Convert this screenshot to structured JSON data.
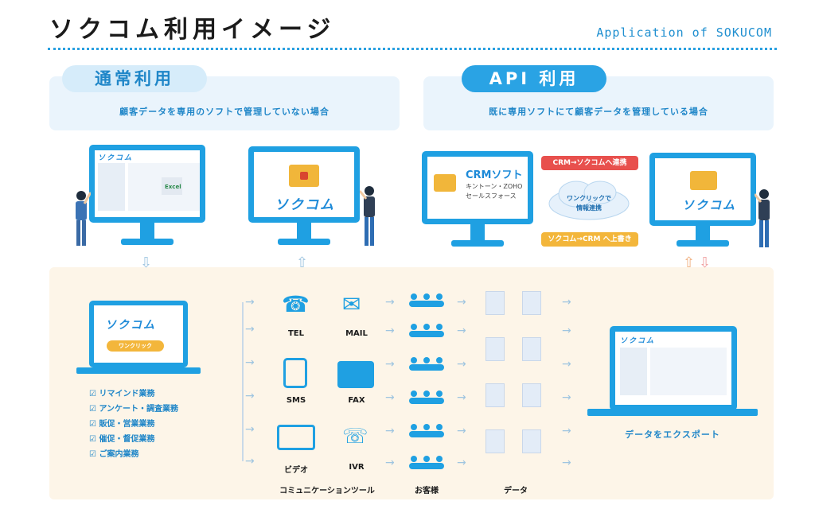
{
  "header": {
    "title": "ソクコム利用イメージ",
    "subtitle": "Application of SOKUCOM"
  },
  "left_section": {
    "pill": "通常利用",
    "description": "顧客データを専用のソフトで管理していない場合"
  },
  "right_section": {
    "pill": "API 利用",
    "description": "既に専用ソフトにて顧客データを管理している場合"
  },
  "screens": {
    "left_monitor_logo": "ソクコム",
    "excel_label": "Excel",
    "sokucom_logo": "ソクコム",
    "crm_title": "CRMソフト",
    "crm_line1": "キントーン・ZOHO",
    "crm_line2": "セールスフォース",
    "right_monitor_logo": "ソクコム",
    "laptop_logo": "ソクコム",
    "laptop_button": "ワンクリック",
    "export_laptop_logo": "ソクコム"
  },
  "api_flow": {
    "top_tag": "CRM→ソクコムへ連携",
    "cloud_line1": "ワンクリックで",
    "cloud_line2": "情報連携",
    "bottom_tag": "ソクコム→CRM へ上書き"
  },
  "tasks": [
    "リマインド業務",
    "アンケート・調査業務",
    "販促・営業業務",
    "催促・督促業務",
    "ご案内業務"
  ],
  "tools": {
    "tel": "TEL",
    "mail": "MAIL",
    "sms": "SMS",
    "fax": "FAX",
    "video": "ビデオ",
    "ivr": "IVR"
  },
  "columns": {
    "tools": "コミュニケーションツール",
    "customers": "お客様",
    "data": "データ"
  },
  "export_label": "データをエクスポート",
  "colors": {
    "accent": "#1fa0e2",
    "tag_red": "#e8504d",
    "tag_yellow": "#f3b63b",
    "panel": "#eaf4fc",
    "bottom_bg": "#fdf5e8"
  }
}
